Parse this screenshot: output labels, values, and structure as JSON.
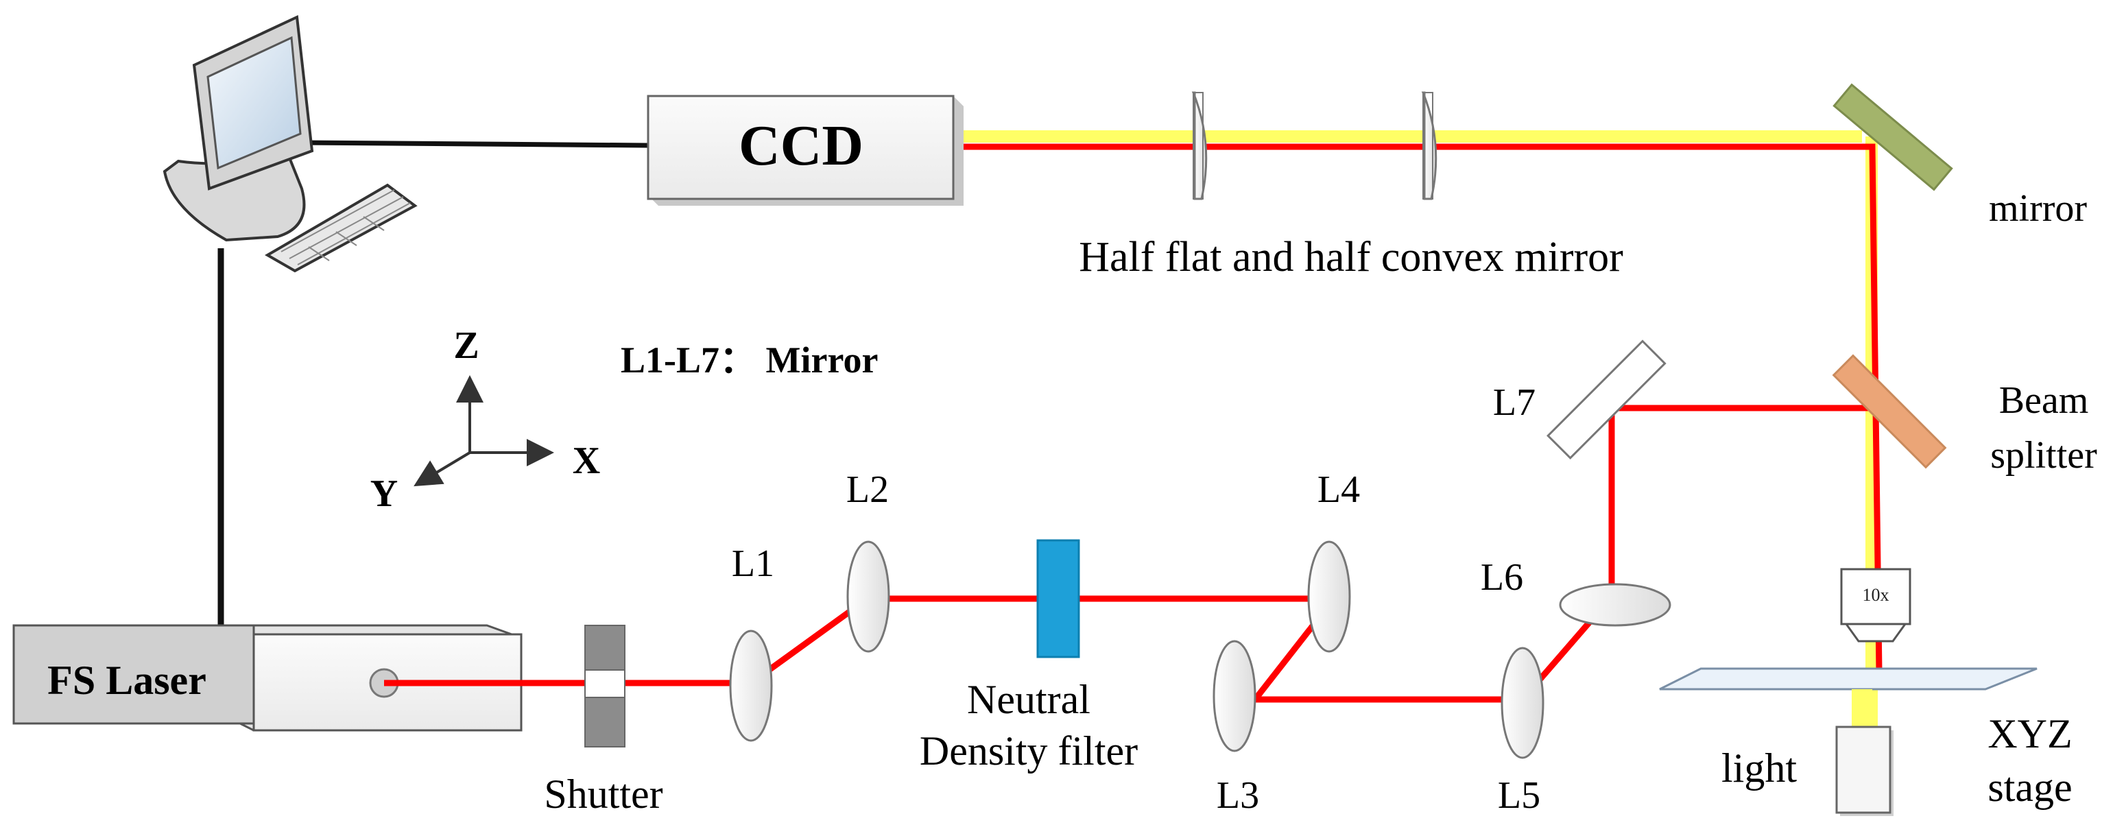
{
  "labels": {
    "ccd": "CCD",
    "fs_laser": "FS Laser",
    "half_flat_lens": "Half flat and half convex mirror",
    "mirror": "mirror",
    "beam_splitter_1": "Beam",
    "beam_splitter_2": "splitter",
    "legend": "L1-L7： Mirror",
    "axis_z": "Z",
    "axis_x": "X",
    "axis_y": "Y",
    "l1": "L1",
    "l2": "L2",
    "l3": "L3",
    "l4": "L4",
    "l5": "L5",
    "l6": "L6",
    "l7": "L7",
    "neutral_1": "Neutral",
    "neutral_2": "Density filter",
    "shutter": "Shutter",
    "light": "light",
    "xyz_1": "XYZ",
    "xyz_2": "stage",
    "objective": "10x"
  },
  "colors": {
    "laser_beam": "#ff0000",
    "illumination_beam": "#ffff66",
    "mirror_green": "#a3b46b",
    "beam_splitter": "#eba577",
    "nd_filter": "#1ea0d8"
  }
}
